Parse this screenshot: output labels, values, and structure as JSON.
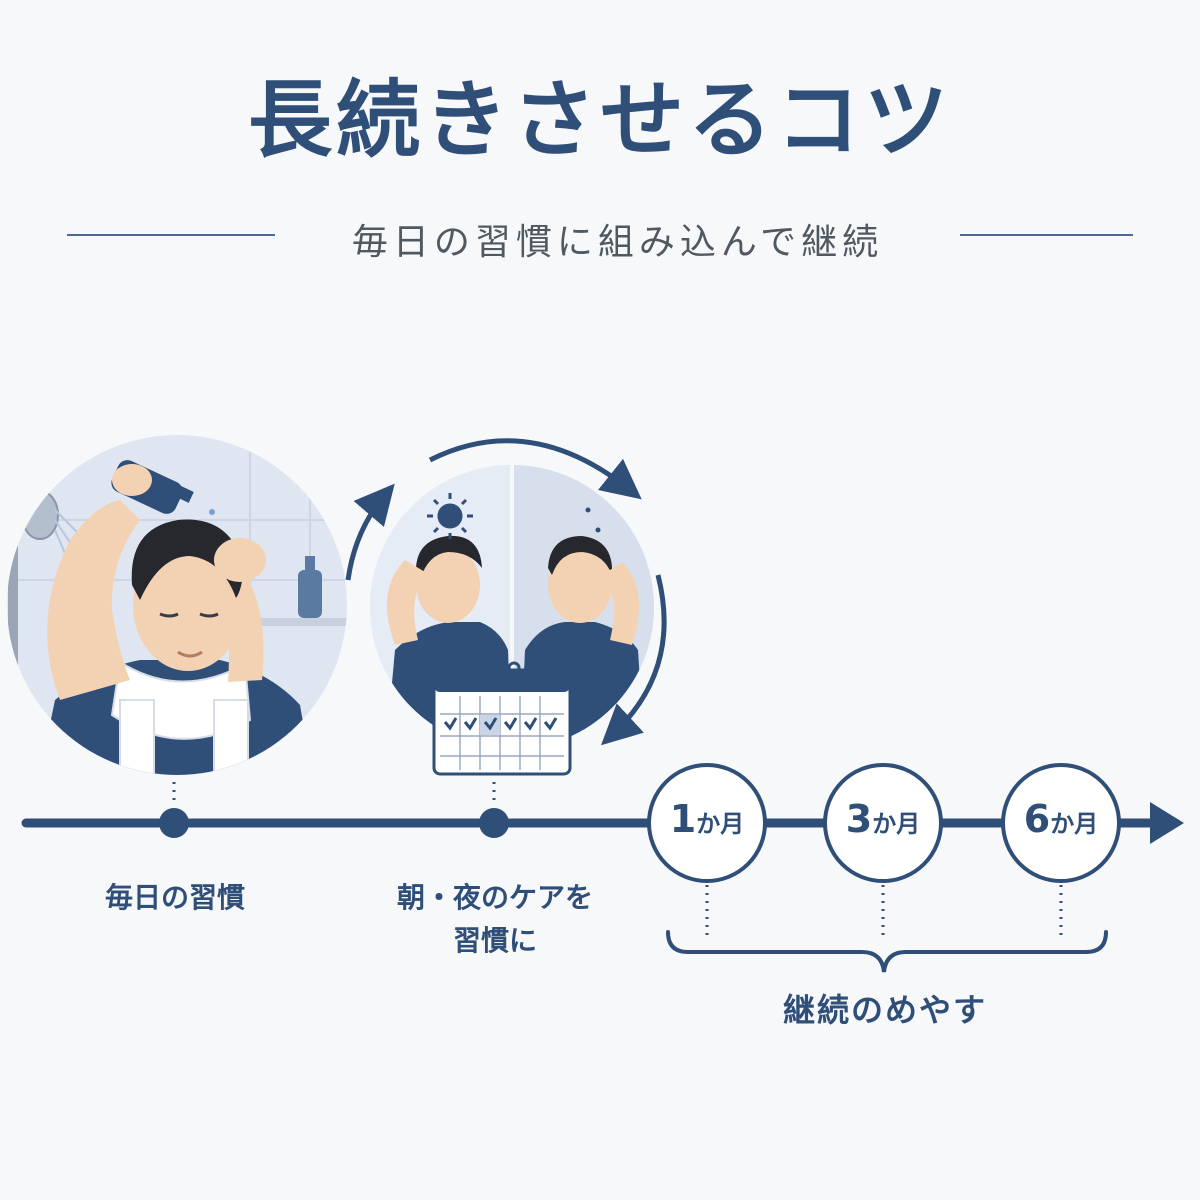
{
  "header": {
    "title": "長続きさせるコツ",
    "subtitle": "毎日の習慣に組み込んで継続"
  },
  "steps": [
    {
      "label": "毎日の習慣"
    },
    {
      "label_line1": "朝・夜のケアを",
      "label_line2": "習慣に"
    }
  ],
  "milestones": [
    {
      "number": "1",
      "unit": "か月"
    },
    {
      "number": "3",
      "unit": "か月"
    },
    {
      "number": "6",
      "unit": "か月"
    }
  ],
  "milestone_caption": "継続のめやす",
  "colors": {
    "navy": "#2f4f79",
    "background": "#f7f8fa",
    "illustration_bg": "#dfe6f1"
  }
}
